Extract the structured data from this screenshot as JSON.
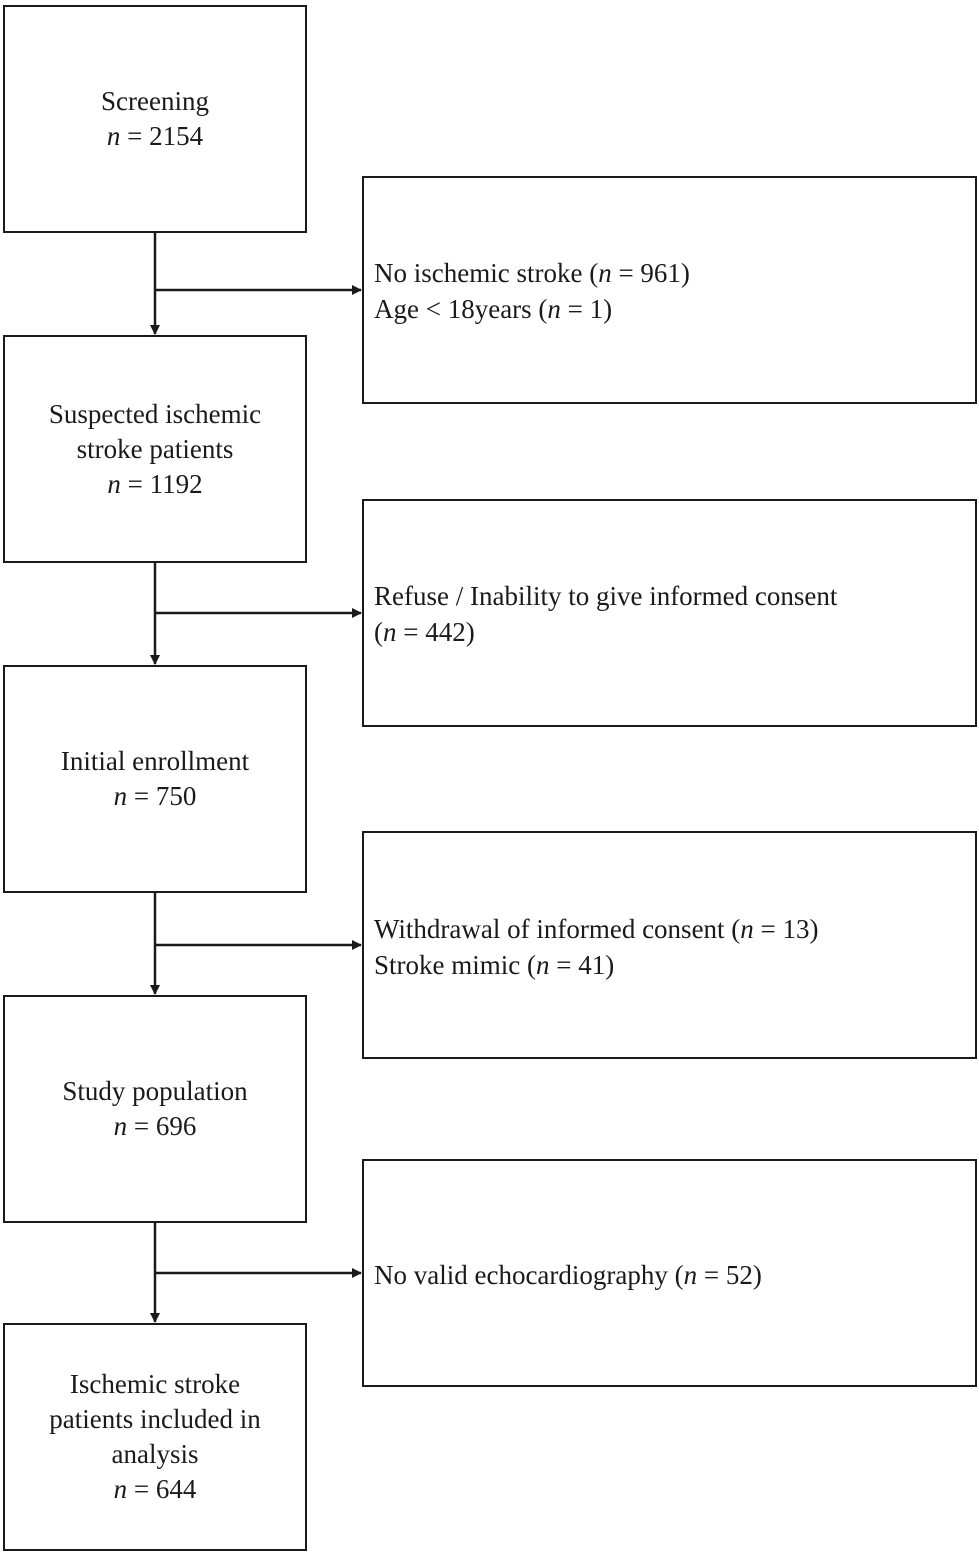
{
  "flow": {
    "stages": [
      {
        "lines": [
          "Screening"
        ],
        "count": {
          "pre": "",
          "var": "n",
          "post": " = 2154"
        }
      },
      {
        "lines": [
          "Suspected ischemic",
          "stroke patients"
        ],
        "count": {
          "pre": "",
          "var": "n",
          "post": " = 1192"
        }
      },
      {
        "lines": [
          "Initial enrollment"
        ],
        "count": {
          "pre": "",
          "var": "n",
          "post": " = 750"
        }
      },
      {
        "lines": [
          "Study population"
        ],
        "count": {
          "pre": "",
          "var": "n",
          "post": " = 696"
        }
      },
      {
        "lines": [
          "Ischemic stroke",
          "patients included in",
          "analysis"
        ],
        "count": {
          "pre": "",
          "var": "n",
          "post": " = 644"
        }
      }
    ],
    "exclusions": [
      {
        "lines": [
          {
            "pre": "No ischemic stroke (",
            "var": "n",
            "post": " = 961)"
          },
          {
            "pre": "Age < 18years (",
            "var": "n",
            "post": " = 1)"
          }
        ]
      },
      {
        "lines": [
          {
            "pre": "Refuse / Inability to give informed consent",
            "var": "",
            "post": ""
          },
          {
            "pre": "(",
            "var": "n",
            "post": " = 442)"
          }
        ]
      },
      {
        "lines": [
          {
            "pre": "Withdrawal of informed consent (",
            "var": "n",
            "post": " = 13)"
          },
          {
            "pre": "Stroke mimic (",
            "var": "n",
            "post": " = 41)"
          }
        ]
      },
      {
        "lines": [
          {
            "pre": "No valid echocardiography (",
            "var": "n",
            "post": " = 52)"
          }
        ]
      }
    ]
  }
}
